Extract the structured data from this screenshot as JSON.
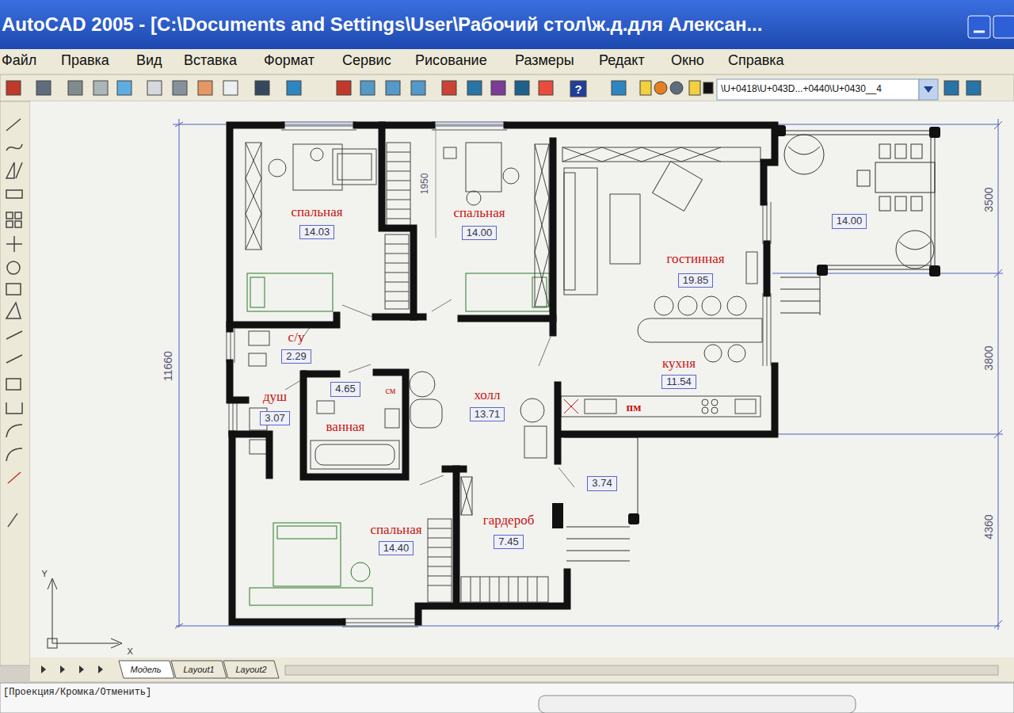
{
  "diagram": {
    "nodes": [
      {
        "text": [
          "спальная",
          "14.03"
        ]
      },
      {
        "text": [
          "спальная",
          "14.00"
        ]
      },
      {
        "text": [
          "14.00"
        ]
      },
      {
        "text": [
          "гостинная",
          "19.85"
        ]
      },
      {
        "text": [
          "с/у",
          "2.29"
        ]
      },
      {
        "text": [
          "холл",
          "13.71"
        ]
      },
      {
        "text": [
          "кухня",
          "11.54"
        ]
      },
      {
        "text": [
          "4.65",
          "ванная"
        ]
      },
      {
        "text": [
          "душ",
          "3.07"
        ]
      },
      {
        "text": [
          "3.74"
        ]
      },
      {
        "text": [
          "спальная",
          "14.40"
        ]
      },
      {
        "text": [
          "гардероб",
          "7.45"
        ]
      }
    ],
    "labels": [
      "AutoCAD 2005 - [C:\\Documents and Settings\\User\\Рабочий стол\\ж.д.для Алексан...",
      "Файл",
      "Правка",
      "Вид",
      "Вставка",
      "Формат",
      "Сервис",
      "Рисование",
      "Размеры",
      "Редакт",
      "Окно",
      "Справка",
      "?",
      "\\U+0418\\U+043D...+0440\\U+0430__4",
      "1950",
      "11660",
      "3500",
      "3800",
      "4360",
      "см",
      "пм",
      "Y",
      "X",
      "Модель",
      "Layout1",
      "Layout2",
      "[Проекция/Кромка/Отменить]"
    ]
  }
}
